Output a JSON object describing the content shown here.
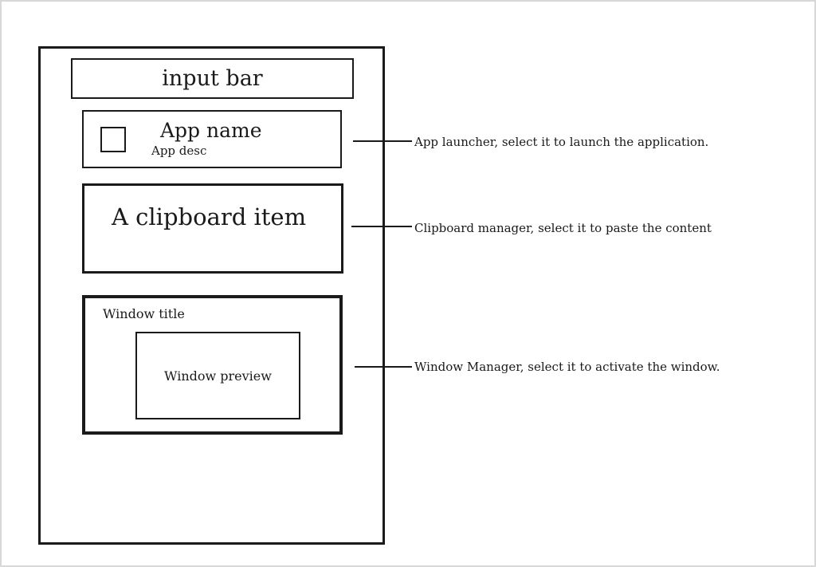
{
  "launcher": {
    "input_bar": {
      "label": "input bar"
    },
    "app_item": {
      "name": "App name",
      "desc": "App desc"
    },
    "clipboard_item": {
      "label": "A clipboard item"
    },
    "window_item": {
      "title": "Window title",
      "preview_label": "Window preview"
    }
  },
  "annotations": [
    {
      "target": "app-launcher",
      "text": "App launcher, select it to launch the application."
    },
    {
      "target": "clipboard-manager",
      "text": "Clipboard manager, select it to paste the content"
    },
    {
      "target": "window-manager",
      "text": "Window Manager, select it to activate the window."
    }
  ],
  "colors": {
    "ink": "#1a1a1a",
    "background": "#ffffff",
    "frame_border": "#d8d8d8"
  }
}
